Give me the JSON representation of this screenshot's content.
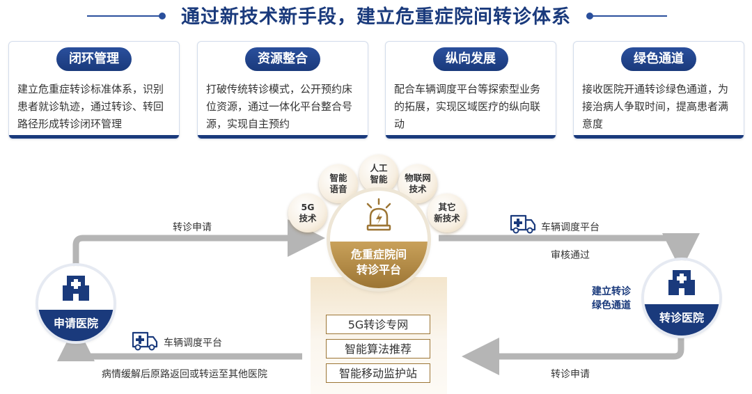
{
  "title": "通过新技术新手段，建立危重症院间转诊体系",
  "cards": [
    {
      "name": "闭环管理",
      "text": "建立危重症转诊标准体系，识别患者就诊轨迹，通过转诊、转回路径形成转诊闭环管理"
    },
    {
      "name": "资源整合",
      "text": "打破传统转诊模式，公开预约床位资源，通过一体化平台整合号源，实现自主预约"
    },
    {
      "name": "纵向发展",
      "text": "配合车辆调度平台等探索型业务的拓展，实现区域医疗的纵向联动"
    },
    {
      "name": "绿色通道",
      "text": "接收医院开通转诊绿色通道，为接治病人争取时间，提高患者满意度"
    }
  ],
  "flow": {
    "apply_hospital": "申请医院",
    "referral_hospital": "转诊医院",
    "platform": [
      "危重症院间",
      "转诊平台"
    ],
    "referral_request_top": "转诊申请",
    "vehicle_platform_right": "车辆调度平台",
    "review_passed": "审核通过",
    "green_channel": [
      "建立转诊",
      "绿色通道"
    ],
    "referral_request_bottom": "转诊申请",
    "vehicle_platform_left": "车辆调度平台",
    "return_text": "病情缓解后原路返回或转运至其他医院"
  },
  "technologies": [
    [
      "5G",
      "技术"
    ],
    [
      "智能",
      "语音"
    ],
    [
      "人工",
      "智能"
    ],
    [
      "物联网",
      "技术"
    ],
    [
      "其它",
      "新技术"
    ]
  ],
  "platform_features": [
    "5G转诊专网",
    "智能算法推荐",
    "智能移动监护站"
  ],
  "colors": {
    "primary": "#1a3a7c",
    "gold": "#9c7534",
    "arrow": "#b5b5b5"
  }
}
